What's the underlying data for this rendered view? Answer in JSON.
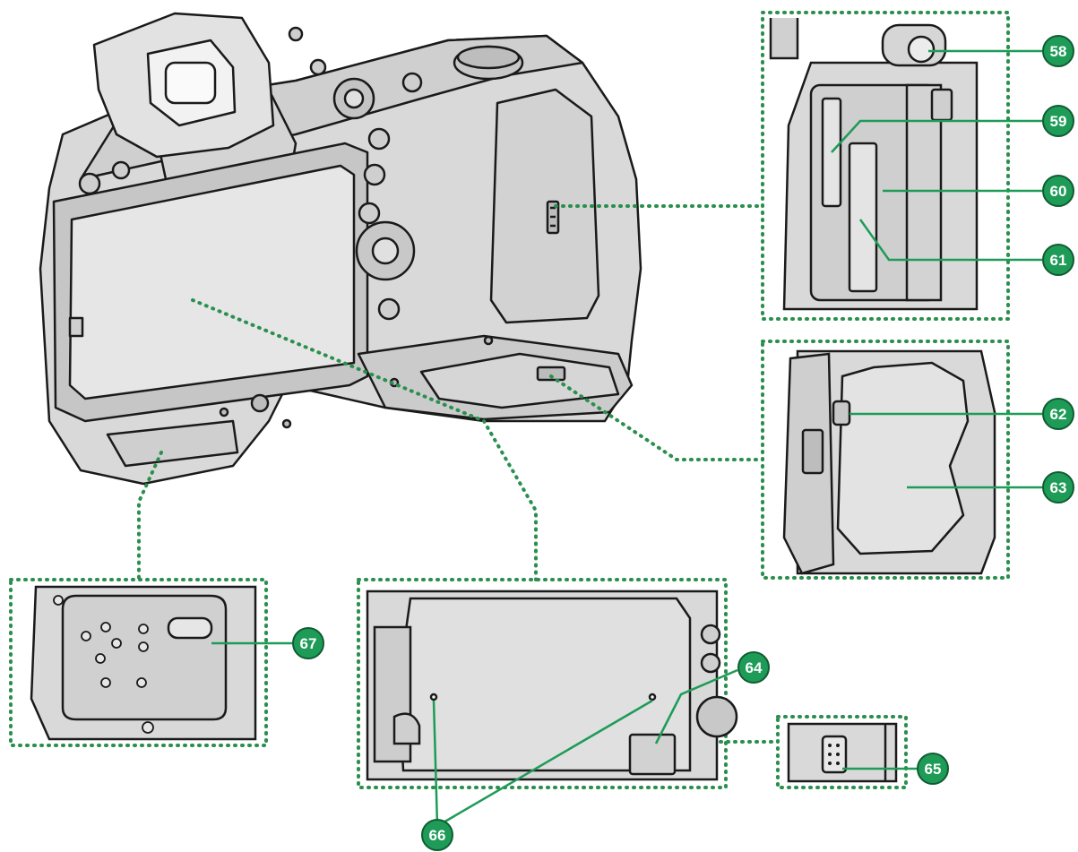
{
  "figure": {
    "colors": {
      "body_fill": "#d9d9d9",
      "body_dark": "#bdbdbd",
      "outline": "#1a1a1a",
      "leader_green": "#1e9b57",
      "dotted_green": "#2a8f4e",
      "badge_green": "#1e9b57",
      "badge_text": "#ffffff",
      "background": "#ffffff"
    },
    "callouts": [
      {
        "id": "58",
        "label": "58"
      },
      {
        "id": "59",
        "label": "59"
      },
      {
        "id": "60",
        "label": "60"
      },
      {
        "id": "61",
        "label": "61"
      },
      {
        "id": "62",
        "label": "62"
      },
      {
        "id": "63",
        "label": "63"
      },
      {
        "id": "64",
        "label": "64"
      },
      {
        "id": "65",
        "label": "65"
      },
      {
        "id": "66",
        "label": "66"
      },
      {
        "id": "67",
        "label": "67"
      }
    ]
  }
}
